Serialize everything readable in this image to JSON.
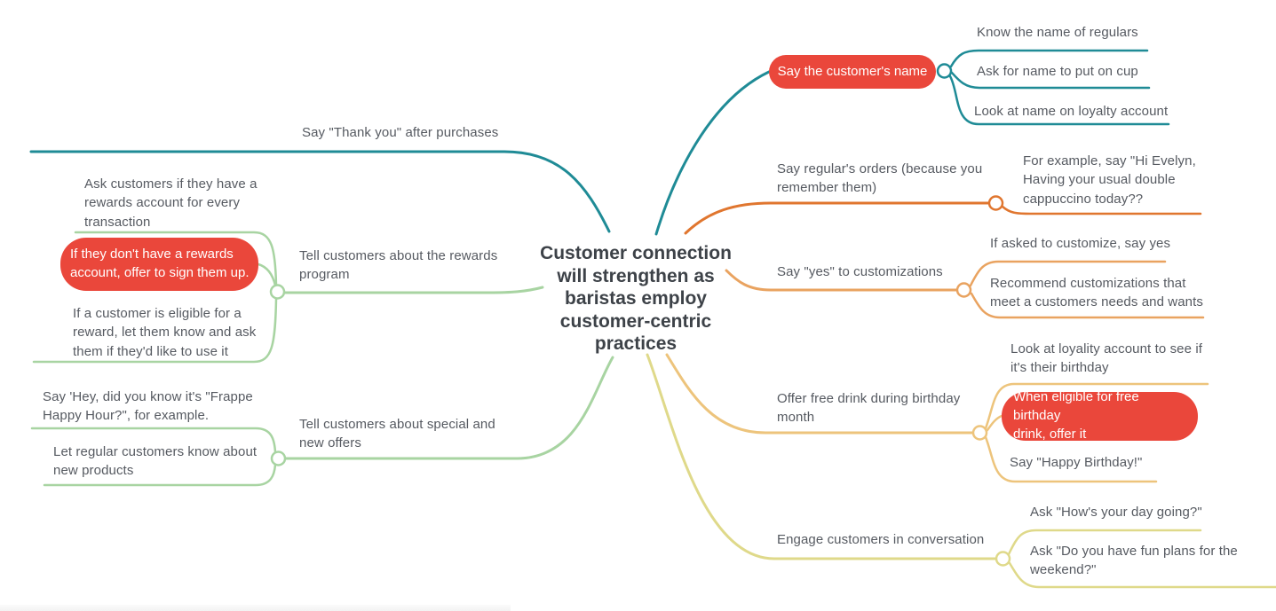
{
  "colors": {
    "teal": "#1f8b96",
    "orange": "#e0762f",
    "peach": "#e9a360",
    "amber": "#edc47c",
    "olive": "#dfd98a",
    "green": "#a8d4a2",
    "red": "#ea473b",
    "label_text": "#565a61",
    "root_text": "#3d4248",
    "pill_text": "#ffffff"
  },
  "root": {
    "text": "Customer connection\nwill strengthen as\nbaristas employ\ncustomer-centric\npractices"
  },
  "left": {
    "thank_you": {
      "label": "Say \"Thank you\" after purchases"
    },
    "rewards": {
      "label": "Tell customers about the rewards\nprogram",
      "children": {
        "ask": "Ask customers if they have a\nrewards account for every\ntransaction",
        "signup": "If they don't have a rewards\naccount, offer to sign them up.",
        "eligible": "If a customer is eligible for a\nreward, let them know and ask\nthem if they'd like to use it"
      }
    },
    "offers": {
      "label": "Tell customers about special and\nnew offers",
      "children": {
        "frappe": "Say 'Hey, did you know it's \"Frappe\nHappy Hour?\", for example.",
        "new_products": "Let regular customers know about\nnew products"
      }
    }
  },
  "right": {
    "name": {
      "label": "Say the customer's name",
      "children": {
        "regulars": "Know the name of regulars",
        "cup": "Ask for name to put on cup",
        "loyalty": "Look at name on loyalty account"
      }
    },
    "orders": {
      "label": "Say regular's orders (because you\nremember them)",
      "children": {
        "example": "For example, say \"Hi Evelyn,\nHaving your usual double\ncappuccino today??"
      }
    },
    "customizations": {
      "label": "Say \"yes\" to customizations",
      "children": {
        "say_yes": "If asked to customize, say yes",
        "recommend": "Recommend customizations that\nmeet a customers needs and wants"
      }
    },
    "birthday": {
      "label": "Offer free drink during birthday\nmonth",
      "children": {
        "loyality": "Look at loyality account to see if\nit's their birthday",
        "offer": "When eligible for free birthday\ndrink, offer it",
        "happy": "Say \"Happy Birthday!\""
      }
    },
    "conversation": {
      "label": "Engage customers in conversation",
      "children": {
        "day": "Ask \"How's your day going?\"",
        "weekend": "Ask \"Do you have fun  plans for the\nweekend?\""
      }
    }
  }
}
